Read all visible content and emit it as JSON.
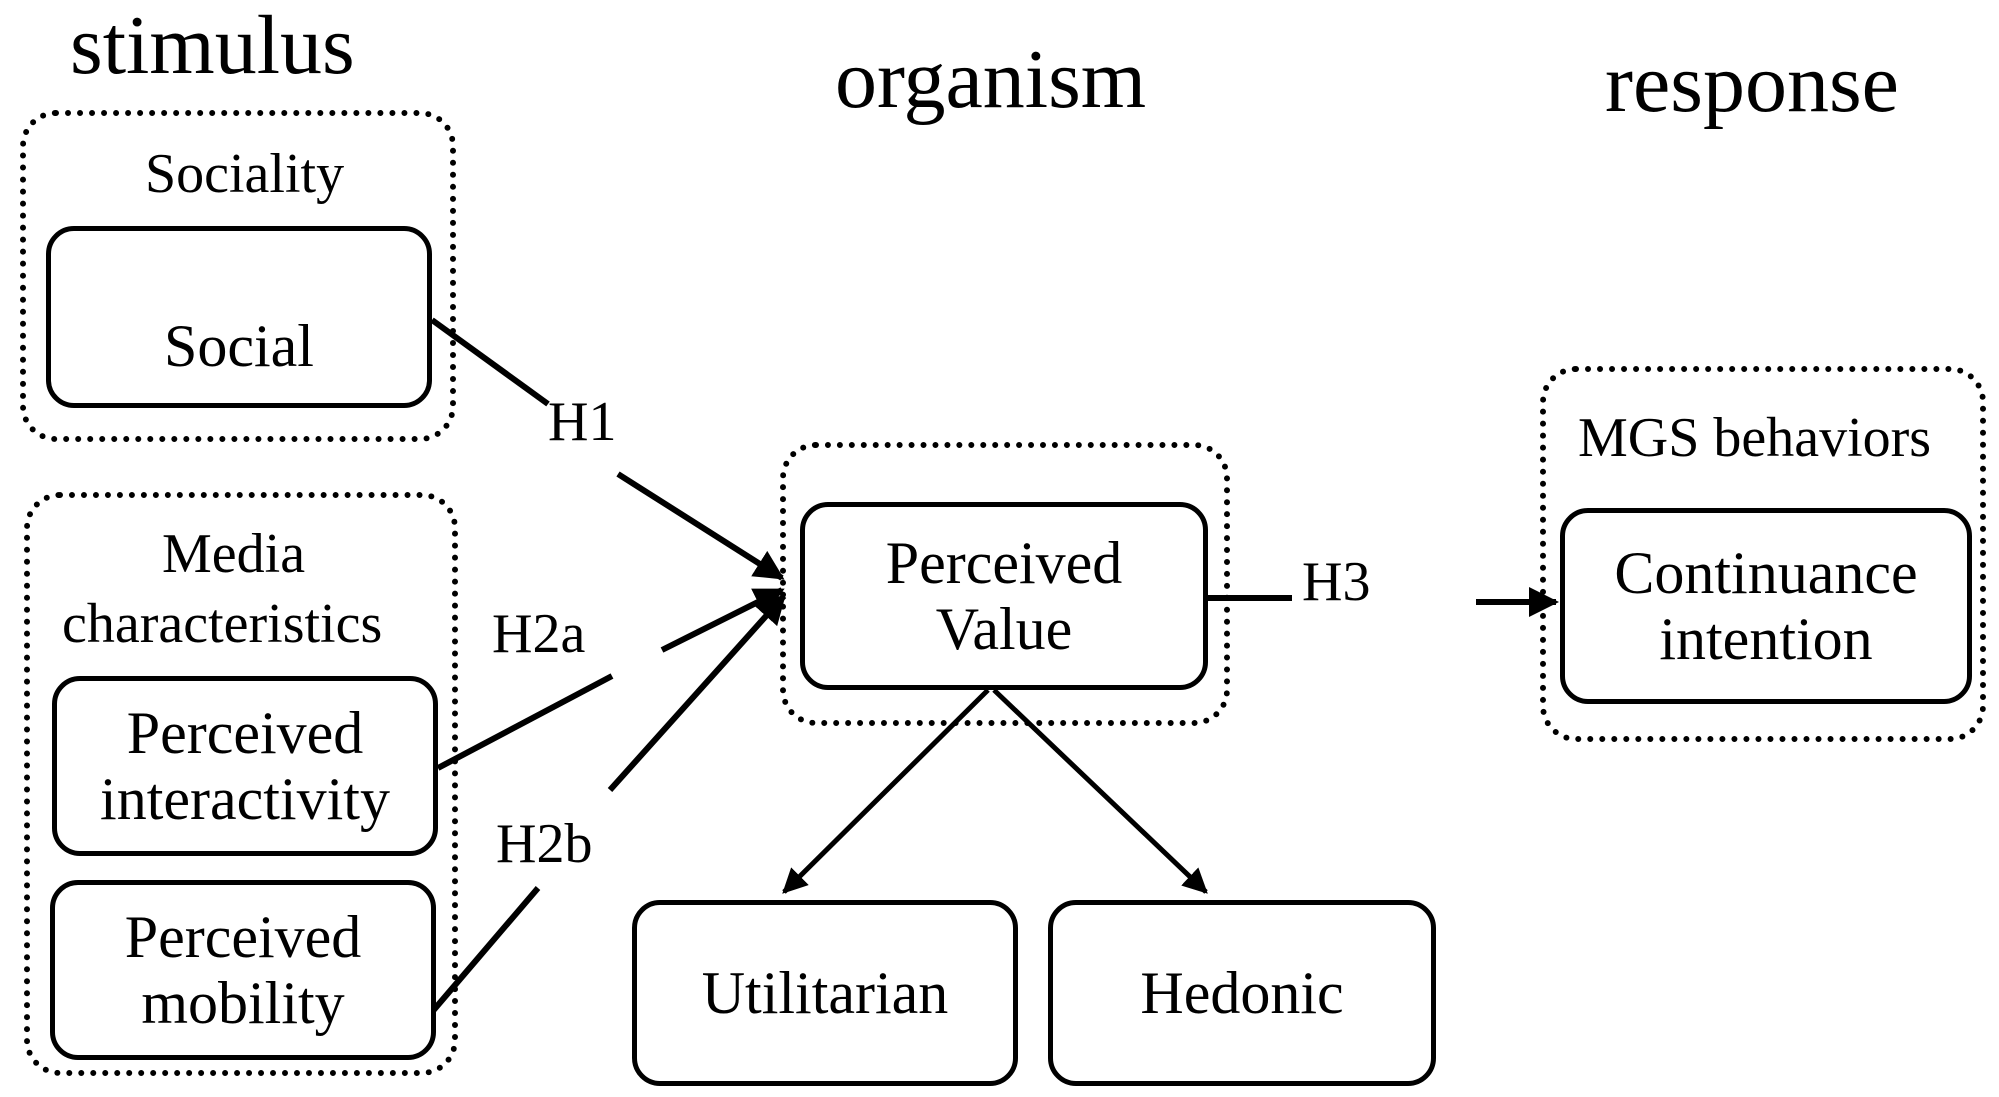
{
  "headers": {
    "stimulus": "stimulus",
    "organism": "organism",
    "response": "response"
  },
  "groups": {
    "sociality": "Sociality",
    "media_line1": "Media",
    "media_line2": "characteristics",
    "mgs": "MGS behaviors"
  },
  "nodes": {
    "social": [
      "Social"
    ],
    "interactivity": [
      "Perceived",
      "interactivity"
    ],
    "mobility": [
      "Perceived",
      "mobility"
    ],
    "perceived_value": [
      "Perceived",
      "Value"
    ],
    "continuance": [
      "Continuance",
      "intention"
    ],
    "utilitarian": [
      "Utilitarian"
    ],
    "hedonic": [
      "Hedonic"
    ]
  },
  "hypotheses": {
    "h1": "H1",
    "h2a": "H2a",
    "h2b": "H2b",
    "h3": "H3"
  }
}
